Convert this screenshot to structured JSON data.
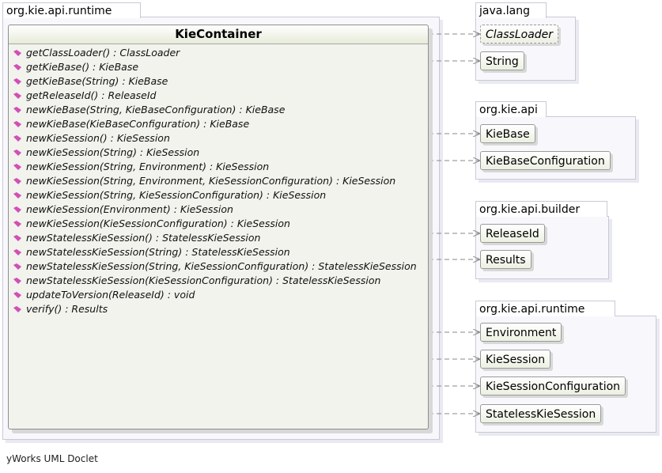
{
  "packages": {
    "runtime_main": "org.kie.api.runtime",
    "java_lang": "java.lang",
    "kie_api": "org.kie.api",
    "kie_api_builder": "org.kie.api.builder",
    "kie_api_runtime": "org.kie.api.runtime"
  },
  "class": {
    "name": "KieContainer",
    "methods": [
      {
        "sig": "getClassLoader()",
        "ret": " : ClassLoader"
      },
      {
        "sig": "getKieBase()",
        "ret": " : KieBase"
      },
      {
        "sig": "getKieBase(String)",
        "ret": " : KieBase"
      },
      {
        "sig": "getReleaseId()",
        "ret": " : ReleaseId"
      },
      {
        "sig": "newKieBase(String, KieBaseConfiguration)",
        "ret": " : KieBase"
      },
      {
        "sig": "newKieBase(KieBaseConfiguration)",
        "ret": " : KieBase"
      },
      {
        "sig": "newKieSession()",
        "ret": " : KieSession"
      },
      {
        "sig": "newKieSession(String)",
        "ret": " : KieSession"
      },
      {
        "sig": "newKieSession(String, Environment)",
        "ret": " : KieSession"
      },
      {
        "sig": "newKieSession(String, Environment, KieSessionConfiguration)",
        "ret": " : KieSession"
      },
      {
        "sig": "newKieSession(String, KieSessionConfiguration)",
        "ret": " : KieSession"
      },
      {
        "sig": "newKieSession(Environment)",
        "ret": " : KieSession"
      },
      {
        "sig": "newKieSession(KieSessionConfiguration)",
        "ret": " : KieSession"
      },
      {
        "sig": "newStatelessKieSession()",
        "ret": " : StatelessKieSession"
      },
      {
        "sig": "newStatelessKieSession(String)",
        "ret": " : StatelessKieSession"
      },
      {
        "sig": "newStatelessKieSession(String, KieSessionConfiguration)",
        "ret": " : StatelessKieSession"
      },
      {
        "sig": "newStatelessKieSession(KieSessionConfiguration)",
        "ret": " : StatelessKieSession"
      },
      {
        "sig": "updateToVersion(ReleaseId)",
        "ret": " : void"
      },
      {
        "sig": "verify()",
        "ret": " : Results"
      }
    ]
  },
  "refs": {
    "class_loader": "ClassLoader",
    "string": "String",
    "kie_base": "KieBase",
    "kie_base_configuration": "KieBaseConfiguration",
    "release_id": "ReleaseId",
    "results": "Results",
    "environment": "Environment",
    "kie_session": "KieSession",
    "kie_session_configuration": "KieSessionConfiguration",
    "stateless_kie_session": "StatelessKieSession"
  },
  "colors": {
    "method_icon": "#d24fb6",
    "dependency_line": "#8a8a8a"
  },
  "footer": "yWorks UML Doclet"
}
